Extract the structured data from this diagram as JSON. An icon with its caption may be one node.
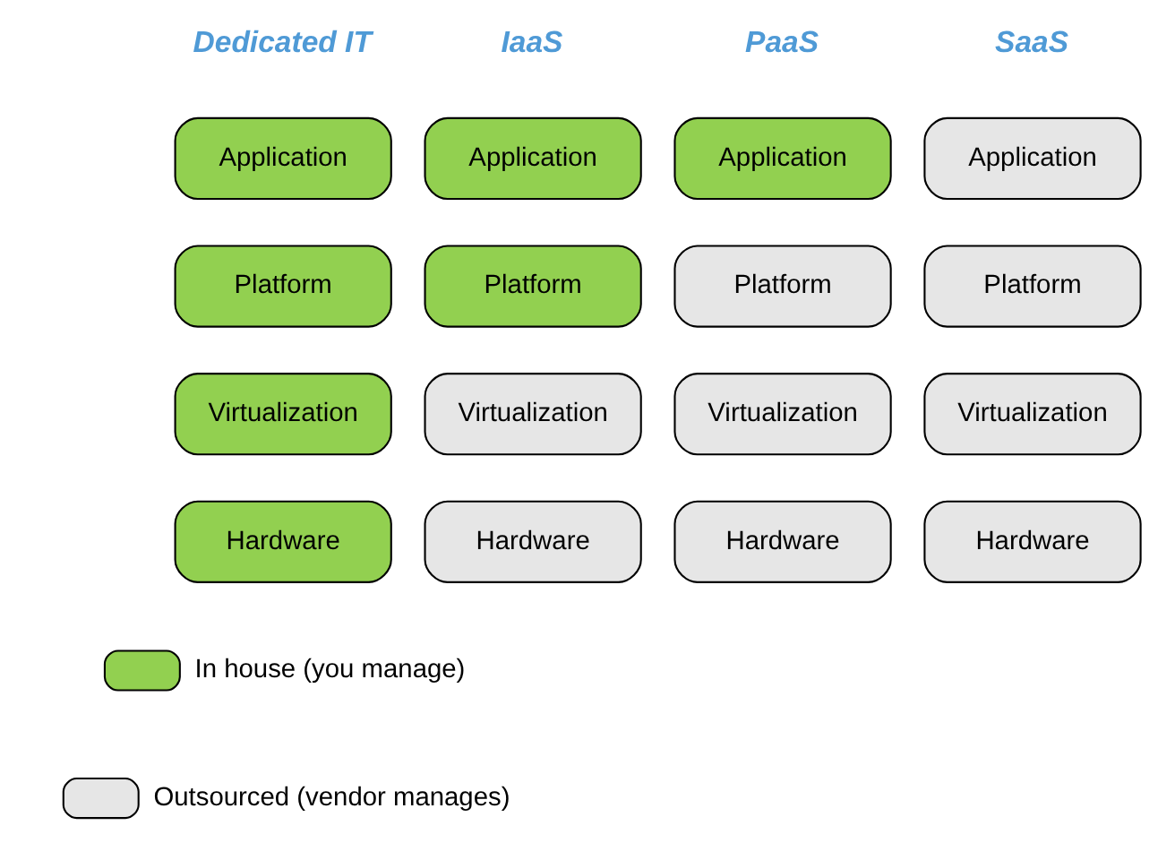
{
  "diagram": {
    "nodes": [
      {
        "text": [
          "Application"
        ]
      },
      {
        "text": [
          "Application"
        ]
      },
      {
        "text": [
          "Application"
        ]
      },
      {
        "text": [
          "Application"
        ]
      },
      {
        "text": [
          "Platform"
        ]
      },
      {
        "text": [
          "Platform"
        ]
      },
      {
        "text": [
          "Platform"
        ]
      },
      {
        "text": [
          "Platform"
        ]
      },
      {
        "text": [
          "Virtualization"
        ]
      },
      {
        "text": [
          "Virtualization"
        ]
      },
      {
        "text": [
          "Virtualization"
        ]
      },
      {
        "text": [
          "Virtualization"
        ]
      },
      {
        "text": [
          "Hardware"
        ]
      },
      {
        "text": [
          "Hardware"
        ]
      },
      {
        "text": [
          "Hardware"
        ]
      },
      {
        "text": [
          "Hardware"
        ]
      }
    ],
    "edges": [],
    "labels": [
      "Dedicated IT",
      "IaaS",
      "PaaS",
      "SaaS"
    ],
    "legend": [
      {
        "text": "In house (you manage)",
        "color": "#92d050"
      },
      {
        "text": "Outsourced (vendor manages)",
        "color": "#e6e6e6"
      }
    ]
  }
}
